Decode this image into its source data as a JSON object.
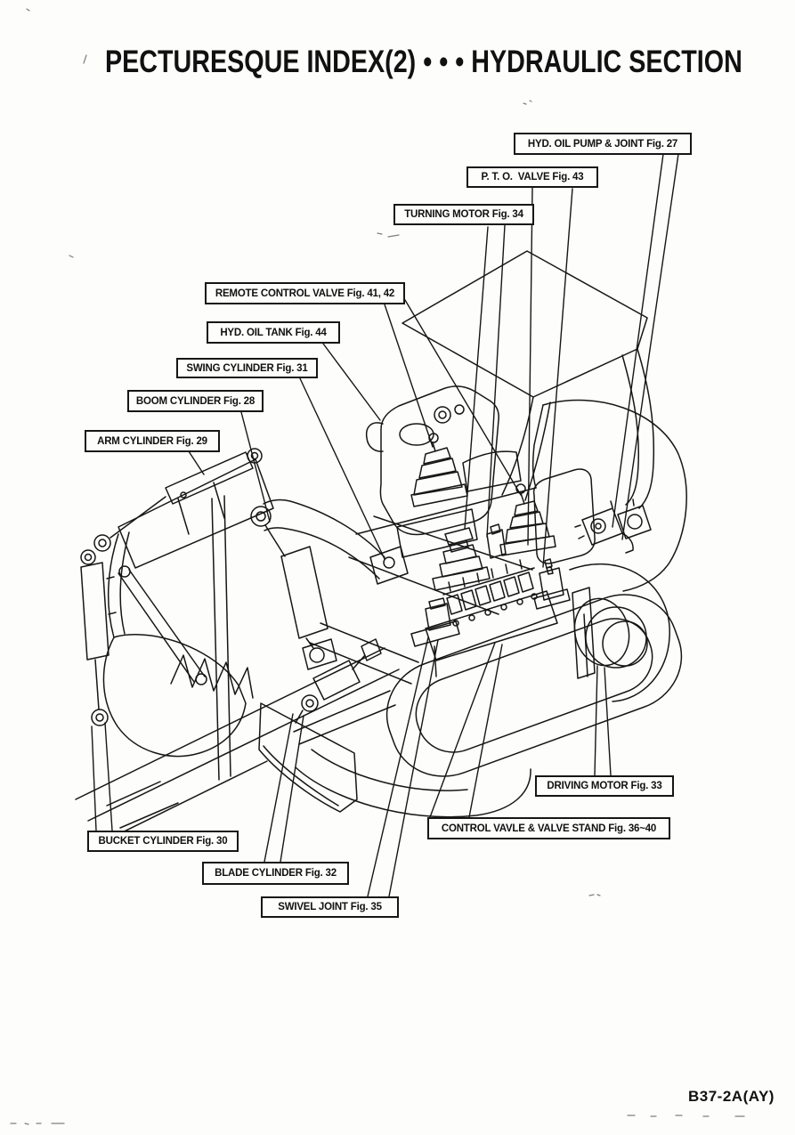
{
  "page": {
    "title": "PECTURESQUE INDEX(2) • • • HYDRAULIC SECTION",
    "part_number": "B37-2A(AY)"
  },
  "labels": [
    {
      "id": "hyd-oil-pump-joint",
      "text": "HYD. OIL PUMP & JOINT Fig. 27"
    },
    {
      "id": "pto-valve",
      "text": "P. T. O.  VALVE Fig. 43"
    },
    {
      "id": "turning-motor",
      "text": "TURNING MOTOR Fig. 34"
    },
    {
      "id": "remote-control-valve",
      "text": "REMOTE CONTROL VALVE Fig. 41, 42"
    },
    {
      "id": "hyd-oil-tank",
      "text": "HYD. OIL TANK Fig. 44"
    },
    {
      "id": "swing-cylinder",
      "text": "SWING CYLINDER Fig. 31"
    },
    {
      "id": "boom-cylinder",
      "text": "BOOM CYLINDER Fig. 28"
    },
    {
      "id": "arm-cylinder",
      "text": "ARM CYLINDER Fig. 29"
    },
    {
      "id": "bucket-cylinder",
      "text": "BUCKET CYLINDER Fig. 30"
    },
    {
      "id": "blade-cylinder",
      "text": "BLADE CYLINDER Fig. 32"
    },
    {
      "id": "swivel-joint",
      "text": "SWIVEL JOINT Fig. 35"
    },
    {
      "id": "control-valve-stand",
      "text": "CONTROL VAVLE & VALVE STAND Fig. 36~40"
    },
    {
      "id": "driving-motor",
      "text": "DRIVING MOTOR Fig. 33"
    }
  ]
}
